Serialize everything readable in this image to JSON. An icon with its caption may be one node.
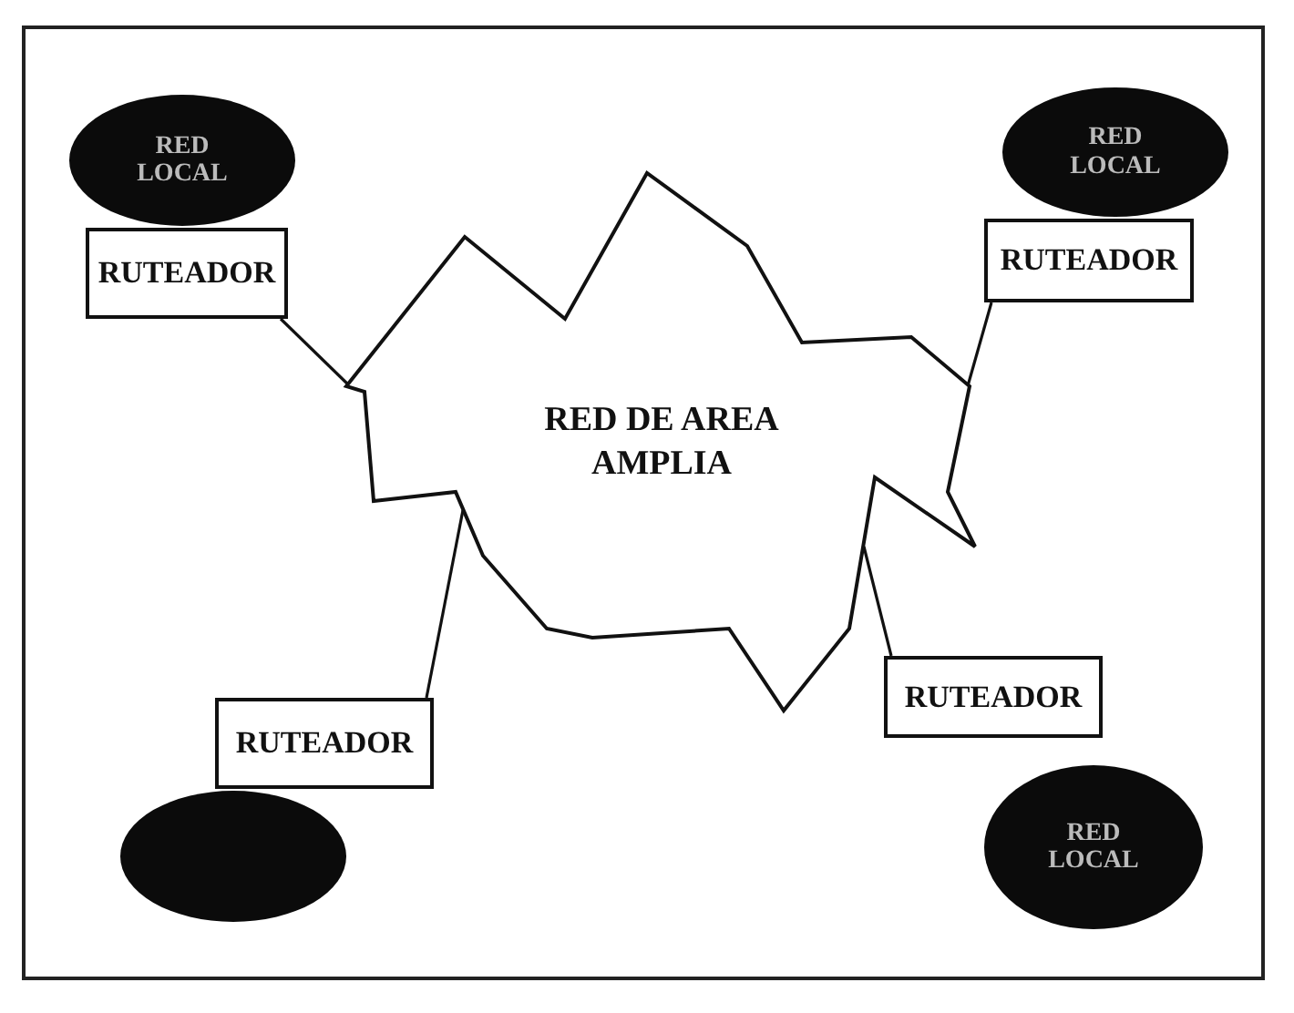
{
  "diagram": {
    "nodes": [
      {
        "text": [
          "RED DE AREA AMPLIA"
        ]
      },
      {
        "text": [
          "RED LOCAL"
        ]
      },
      {
        "text": [
          "RUTEADOR"
        ]
      },
      {
        "text": [
          "RED LOCAL"
        ]
      },
      {
        "text": [
          "RUTEADOR"
        ]
      },
      {
        "text": [
          "RUTEADOR"
        ]
      },
      {
        "text": [],
        "shape": "ellipse"
      },
      {
        "text": [
          "RUTEADOR"
        ]
      },
      {
        "text": [
          "RED LOCAL"
        ]
      }
    ],
    "edges": [
      {
        "from": 2,
        "to": 0,
        "arrow": "none"
      },
      {
        "from": 4,
        "to": 0,
        "arrow": "none"
      },
      {
        "from": 5,
        "to": 0,
        "arrow": "none"
      },
      {
        "from": 7,
        "to": 0,
        "arrow": "none"
      }
    ]
  }
}
